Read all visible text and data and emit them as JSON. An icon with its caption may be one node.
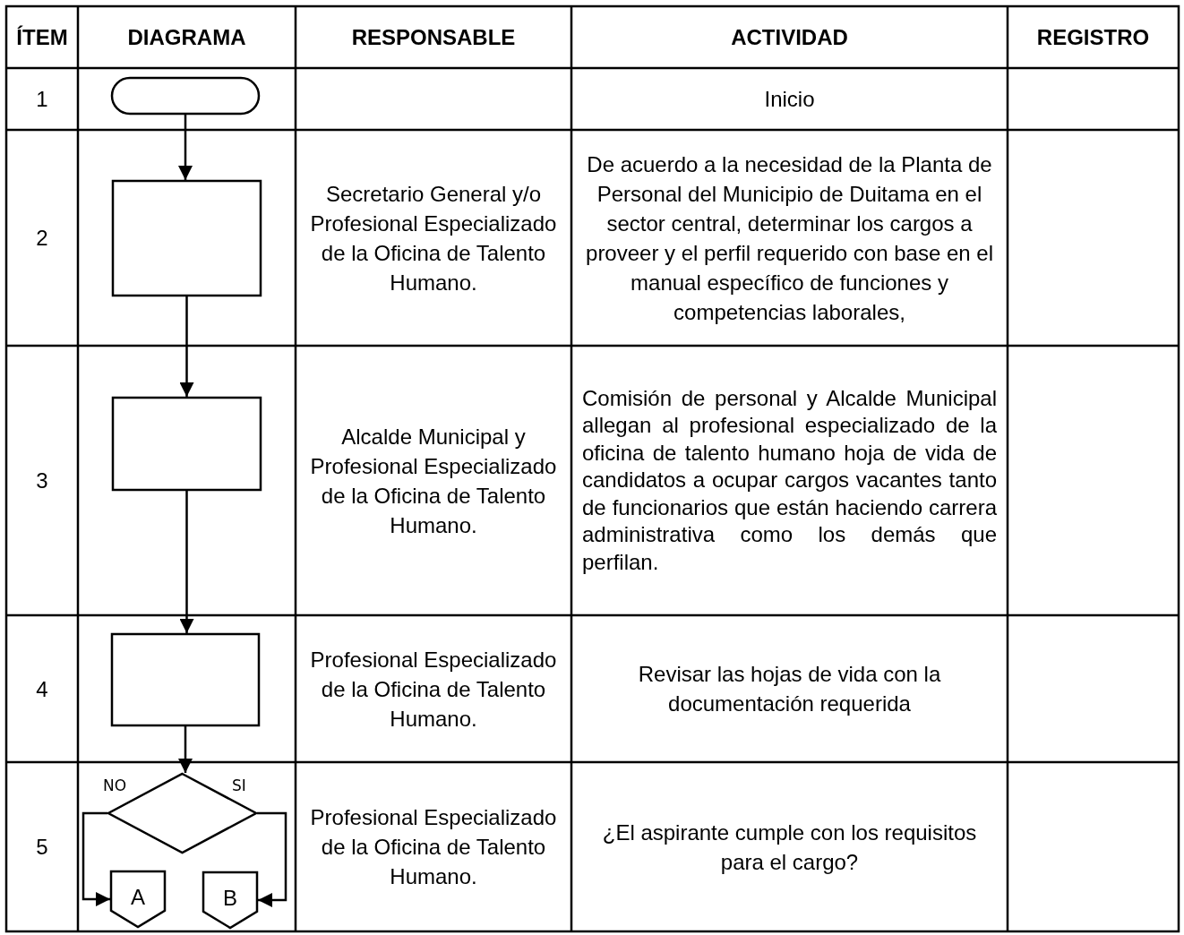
{
  "diagram": {
    "nodes": [
      {
        "text": [],
        "shape": "terminal"
      },
      {
        "text": [],
        "shape": "box"
      },
      {
        "text": [],
        "shape": "box"
      },
      {
        "text": [],
        "shape": "box"
      },
      {
        "text": [],
        "shape": "diamond"
      },
      {
        "text": [
          "A"
        ]
      },
      {
        "text": [
          "B"
        ]
      }
    ],
    "edges": [
      {
        "from": 0,
        "to": 1,
        "arrow": "to"
      },
      {
        "from": 1,
        "to": 2,
        "arrow": "to"
      },
      {
        "from": 2,
        "to": 3,
        "arrow": "to"
      },
      {
        "from": 3,
        "to": 4,
        "arrow": "to"
      },
      {
        "from": 4,
        "to": 5,
        "arrow": "to",
        "label": "NO"
      },
      {
        "from": 4,
        "to": 6,
        "arrow": "to",
        "label": "SI"
      }
    ],
    "labels": [
      "ÍTEM",
      "DIAGRAMA",
      "RESPONSABLE",
      "ACTIVIDAD",
      "REGISTRO",
      "1",
      "Inicio",
      "2",
      "Secretario General y/o Profesional Especializado de la Oficina de Talento Humano.",
      "De acuerdo a la necesidad de la Planta de Personal del Municipio de Duitama en el sector central, determinar los cargos a proveer y el perfil requerido con base en el manual específico de funciones y competencias laborales,",
      "3",
      "Alcalde Municipal y Profesional Especializado de la Oficina de Talento Humano.",
      "Comisión de personal y Alcalde Municipal allegan al profesional especializado de la oficina de talento humano hoja de vida de candidatos a ocupar cargos vacantes tanto de funcionarios que están haciendo carrera administrativa como los demás que perfilan.",
      "4",
      "Profesional Especializado de la Oficina de Talento Humano.",
      "Revisar las hojas de vida con la documentación requerida",
      "5",
      "Profesional Especializado de la Oficina de Talento Humano.",
      "¿El aspirante cumple con los requisitos para el cargo?"
    ]
  }
}
